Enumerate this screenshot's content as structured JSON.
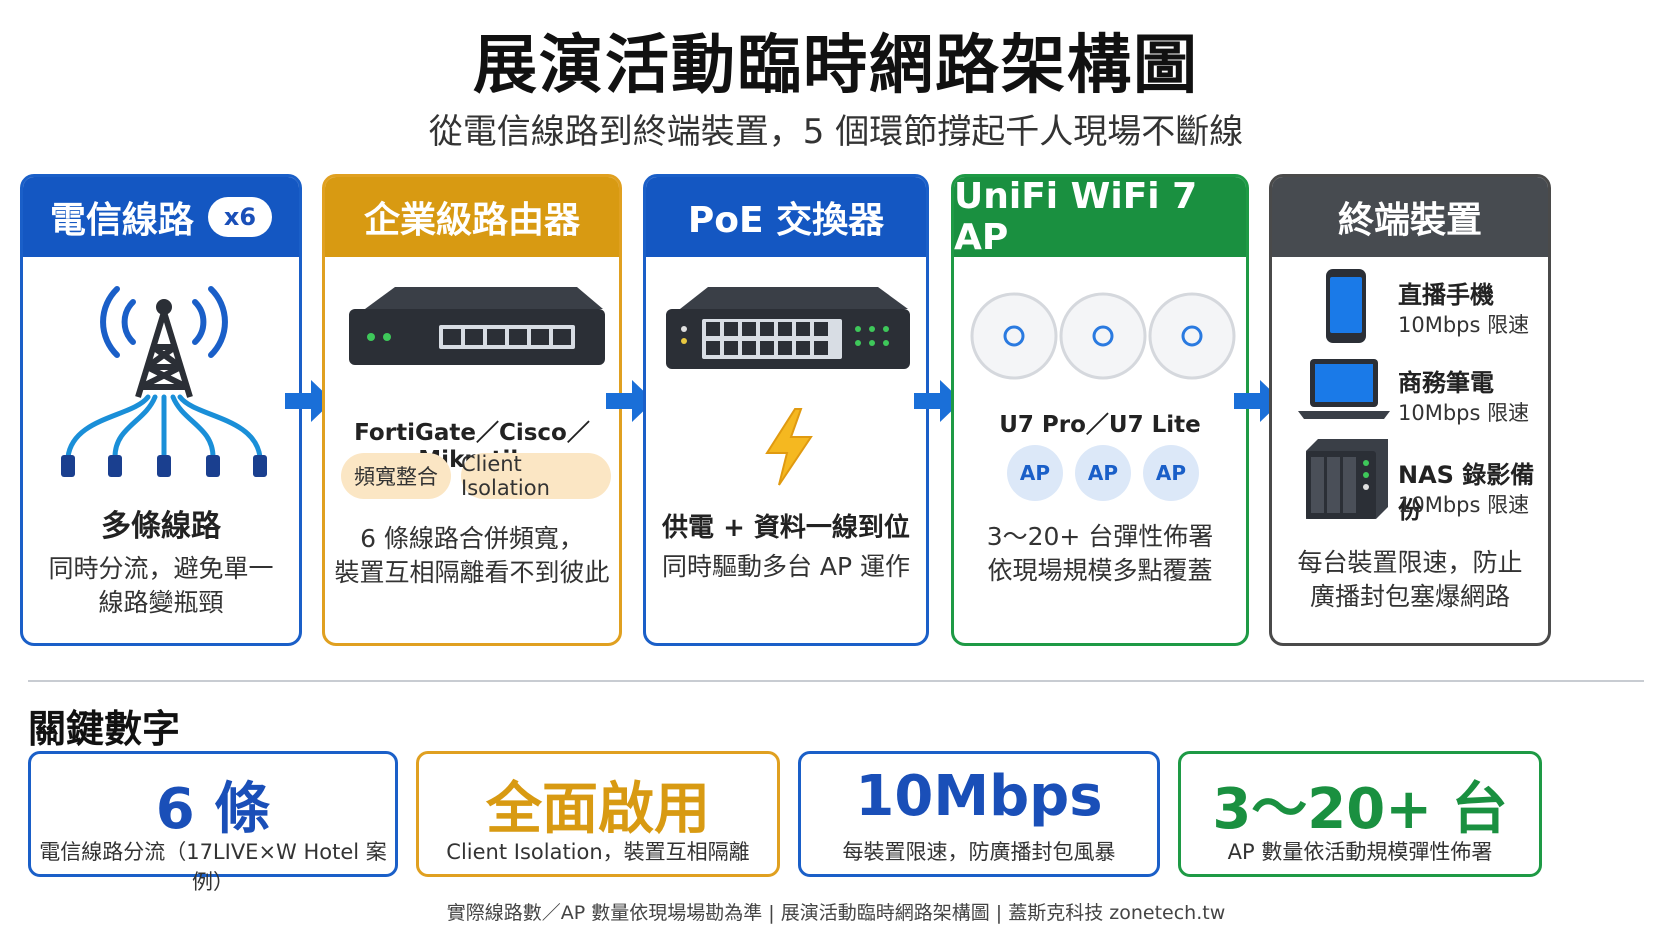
{
  "title": "展演活動臨時網路架構圖",
  "subtitle": "從電信線路到終端裝置，5 個環節撐起千人現場不斷線",
  "cards": {
    "telecom": {
      "header": "電信線路",
      "badge": "x6",
      "label": "多條線路",
      "desc1": "同時分流，避免單一",
      "desc2": "線路變瓶頸"
    },
    "router": {
      "header": "企業級路由器",
      "brands": "FortiGate／Cisco／Mikrotik",
      "pill1": "頻寬整合",
      "pill2": "Client Isolation",
      "desc1": "6 條線路合併頻寬，",
      "desc2": "裝置互相隔離看不到彼此"
    },
    "poe": {
      "header": "PoE 交換器",
      "label": "供電 + 資料一線到位",
      "desc1": "同時驅動多台 AP 運作"
    },
    "wifi": {
      "header": "UniFi WiFi 7 AP",
      "models": "U7 Pro／U7 Lite",
      "ap_labels": [
        "AP",
        "AP",
        "AP"
      ],
      "desc1": "3～20+ 台彈性佈署",
      "desc2": "依現場規模多點覆蓋"
    },
    "devices": {
      "header": "終端裝置",
      "items": [
        {
          "name": "直播手機",
          "speed": "10Mbps 限速"
        },
        {
          "name": "商務筆電",
          "speed": "10Mbps 限速"
        },
        {
          "name": "NAS 錄影備份",
          "speed": "10Mbps 限速"
        }
      ],
      "desc1": "每台裝置限速，防止",
      "desc2": "廣播封包塞爆網路"
    }
  },
  "key_numbers": {
    "title": "關鍵數字",
    "items": [
      {
        "big": "6 條",
        "small": "電信線路分流（17LIVE×W Hotel 案例）",
        "color": "#1a4fb8"
      },
      {
        "big": "全面啟用",
        "small": "Client Isolation，裝置互相隔離",
        "color": "#d89a12"
      },
      {
        "big": "10Mbps",
        "small": "每裝置限速，防廣播封包風暴",
        "color": "#1a4fb8"
      },
      {
        "big": "3～20+ 台",
        "small": "AP 數量依活動規模彈性佈署",
        "color": "#1a9040"
      }
    ]
  },
  "footer": "實際線路數／AP 數量依現場場勘為準 | 展演活動臨時網路架構圖 | 蓋斯克科技 zonetech.tw",
  "colors": {
    "blue": "#1457c2",
    "gold": "#d89a12",
    "green": "#1a9040",
    "dark": "#474b50"
  },
  "icons": [
    "cell-tower-icon",
    "router-icon",
    "switch-icon",
    "lightning-icon",
    "access-point-icon",
    "phone-icon",
    "laptop-icon",
    "nas-icon",
    "arrow-right-icon"
  ]
}
